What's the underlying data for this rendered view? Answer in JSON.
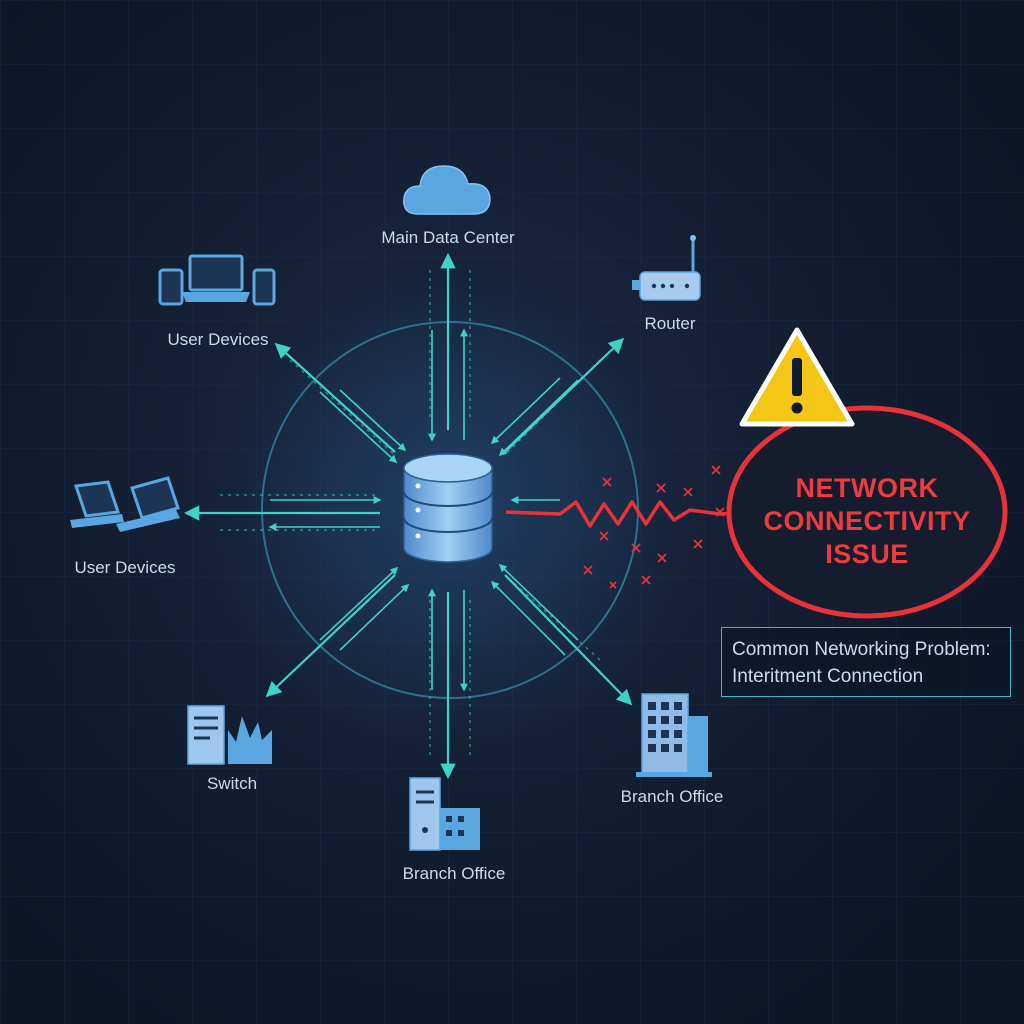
{
  "nodes": {
    "main_data_center": "Main Data Center",
    "router": "Router",
    "user_devices_top": "User Devices",
    "user_devices_left": "User Devices",
    "switch": "Switch",
    "branch_office_bottom": "Branch Office",
    "branch_office_right": "Branch Office"
  },
  "alert": {
    "line1": "NETWORK",
    "line2": "CONNECTIVITY",
    "line3": "ISSUE"
  },
  "callout": {
    "line1": "Common Networking Problem:",
    "line2": "Interitment Connection"
  },
  "colors": {
    "link": "#3fd3c8",
    "node": "#5aa6e0",
    "alert": "#e8323a",
    "warning": "#f5c518"
  }
}
